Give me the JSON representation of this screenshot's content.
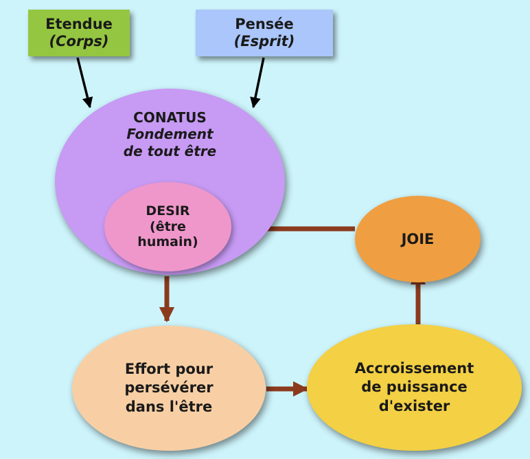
{
  "diagram": {
    "etendue": {
      "title": "Etendue",
      "subtitle": "(Corps)"
    },
    "pensee": {
      "title": "Pensée",
      "subtitle": "(Esprit)"
    },
    "conatus": {
      "title": "CONATUS",
      "line1": "Fondement",
      "line2": "de tout être"
    },
    "desir": {
      "title": "DESIR",
      "line1": "(être",
      "line2": "humain)"
    },
    "joie": {
      "title": "JOIE"
    },
    "effort": {
      "line1": "Effort pour",
      "line2": "persévérer",
      "line3": "dans l'être"
    },
    "accroissement": {
      "line1": "Accroissement",
      "line2": "de puissance",
      "line3": "d'exister"
    }
  },
  "colors": {
    "background": "#cdf4fb",
    "etendue": "#95c641",
    "pensee": "#aac6fb",
    "conatus": "#c79af4",
    "desir": "#ef97cb",
    "joie": "#ef9f41",
    "effort": "#f8cfa4",
    "accroissement": "#f3d044",
    "black_arrow": "#000000",
    "brown_arrow": "#8b3a1e"
  }
}
